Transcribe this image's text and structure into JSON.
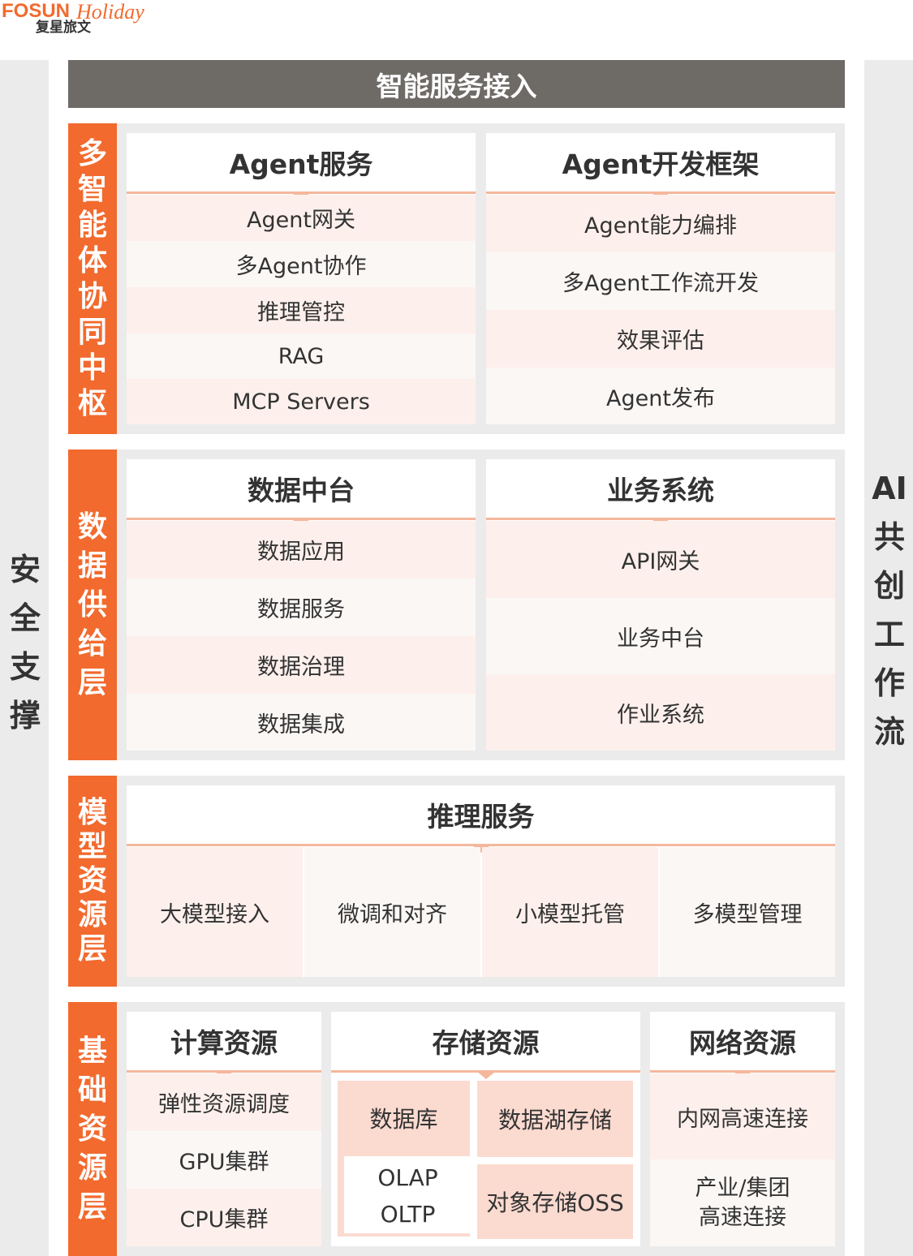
{
  "logo": {
    "brand": "FOSUN",
    "script": "Holiday",
    "cn": "复星旅文"
  },
  "left_side": {
    "text": [
      "安",
      "全",
      "支",
      "撑"
    ]
  },
  "right_side": {
    "text": [
      "AI",
      "共",
      "创",
      "工",
      "作",
      "流"
    ]
  },
  "banner": {
    "title": "智能服务接入"
  },
  "layer1": {
    "label": [
      "多",
      "智",
      "能",
      "体",
      "协",
      "同",
      "中",
      "枢"
    ],
    "panel_left": {
      "title": "Agent服务",
      "items": [
        "Agent网关",
        "多Agent协作",
        "推理管控",
        "RAG",
        "MCP Servers"
      ]
    },
    "panel_right": {
      "title": "Agent开发框架",
      "items": [
        "Agent能力编排",
        "多Agent工作流开发",
        "效果评估",
        "Agent发布"
      ]
    }
  },
  "layer2": {
    "label": [
      "数",
      "据",
      "供",
      "给",
      "层"
    ],
    "panel_left": {
      "title": "数据中台",
      "items": [
        "数据应用",
        "数据服务",
        "数据治理",
        "数据集成"
      ]
    },
    "panel_right": {
      "title": "业务系统",
      "items": [
        "API网关",
        "业务中台",
        "作业系统"
      ]
    }
  },
  "layer3": {
    "label": [
      "模",
      "型",
      "资",
      "源",
      "层"
    ],
    "panel": {
      "title": "推理服务",
      "items": [
        "大模型接入",
        "微调和对齐",
        "小模型托管",
        "多模型管理"
      ]
    }
  },
  "layer4": {
    "label": [
      "基",
      "础",
      "资",
      "源",
      "层"
    ],
    "compute": {
      "title": "计算资源",
      "items": [
        "弹性资源调度",
        "GPU集群",
        "CPU集群"
      ]
    },
    "storage": {
      "title": "存储资源",
      "database": "数据库",
      "olap": "OLAP",
      "oltp": "OLTP",
      "datalake": "数据湖存储",
      "oss": "对象存储OSS"
    },
    "network": {
      "title": "网络资源",
      "item1": "内网高速连接",
      "item2_line1": "产业/集团",
      "item2_line2": "高速连接"
    }
  },
  "colors": {
    "accent": "#f26a2e",
    "banner": "#6e6a66",
    "divider": "#f5b79c",
    "tile_pink": "#fbdad0",
    "row_pink": "#fdf0ec",
    "panel_bg": "#ebebeb"
  }
}
